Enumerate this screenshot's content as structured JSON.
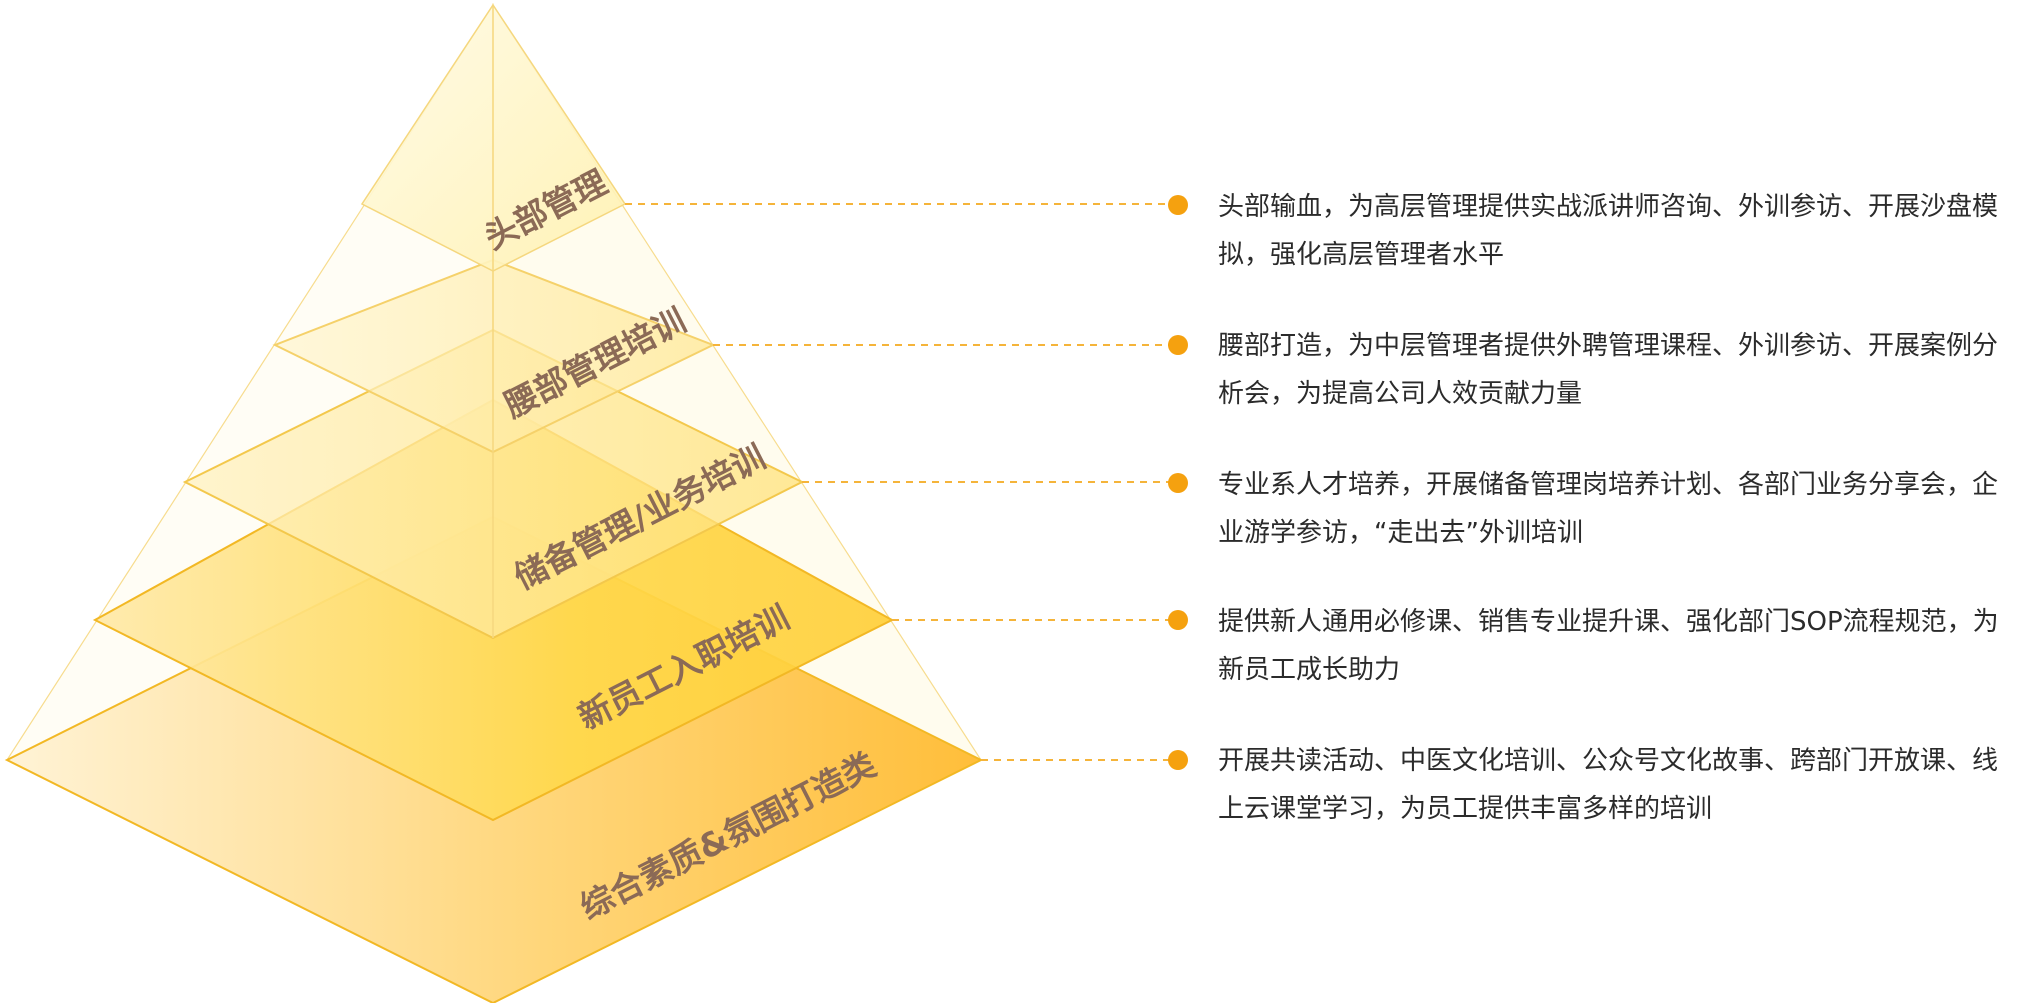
{
  "pyramid": {
    "colors": {
      "accent": "#f5a10f",
      "stroke": "#f2c24a",
      "label": "#8b6a56"
    },
    "layers": [
      {
        "label": "头部管理",
        "description": "头部输血，为高层管理提供实战派讲师咨询、外训参访、开展沙盘模拟，强化高层管理者水平"
      },
      {
        "label": "腰部管理培训",
        "description": "腰部打造，为中层管理者提供外聘管理课程、外训参访、开展案例分析会，为提高公司人效贡献力量"
      },
      {
        "label": "储备管理/业务培训",
        "description": "专业系人才培养，开展储备管理岗培养计划、各部门业务分享会，企业游学参访，“走出去”外训培训"
      },
      {
        "label": "新员工入职培训",
        "description": "提供新人通用必修课、销售专业提升课、强化部门SOP流程规范，为新员工成长助力"
      },
      {
        "label": "综合素质&氛围打造类",
        "description": "开展共读活动、中医文化培训、公众号文化故事、跨部门开放课、线上云课堂学习，为员工提供丰富多样的培训"
      }
    ]
  }
}
